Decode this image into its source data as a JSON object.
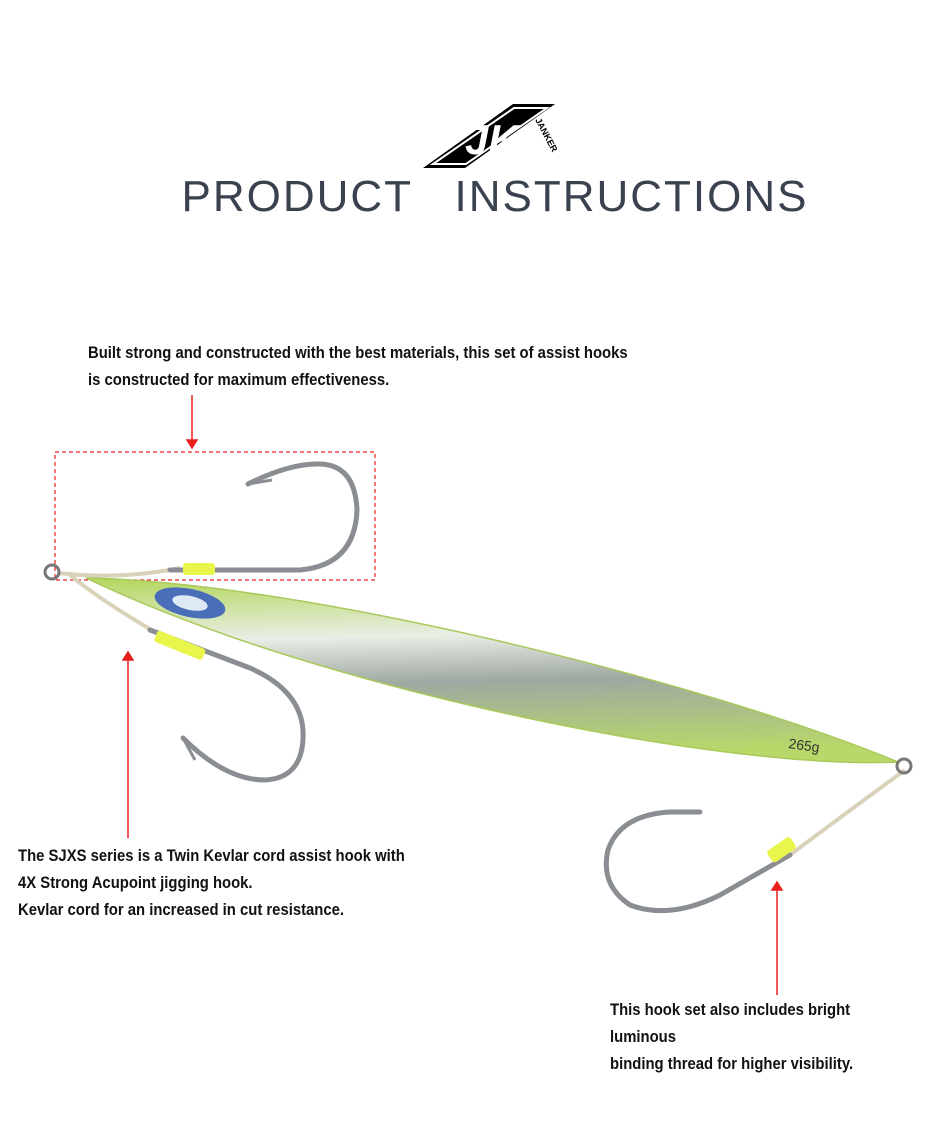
{
  "logo": {
    "mark": "JK",
    "brand": "JANKER"
  },
  "title": {
    "left": "PRODUCT",
    "right": "INSTRUCTIONS"
  },
  "lure": {
    "weight_label": "265g"
  },
  "notes": {
    "top": [
      "Built strong and constructed with the best materials, this set of assist hooks",
      "is constructed for maximum effectiveness."
    ],
    "left": [
      "The SJXS series is a Twin Kevlar cord assist hook with",
      "4X Strong Acupoint jigging hook.",
      "Kevlar cord for an increased in cut resistance."
    ],
    "right": [
      "This hook set also includes bright luminous",
      "binding thread for higher visibility."
    ]
  },
  "colors": {
    "accent": "#e8201c",
    "lure_green": "#b8d86a",
    "luminous": "#e9f54a"
  }
}
